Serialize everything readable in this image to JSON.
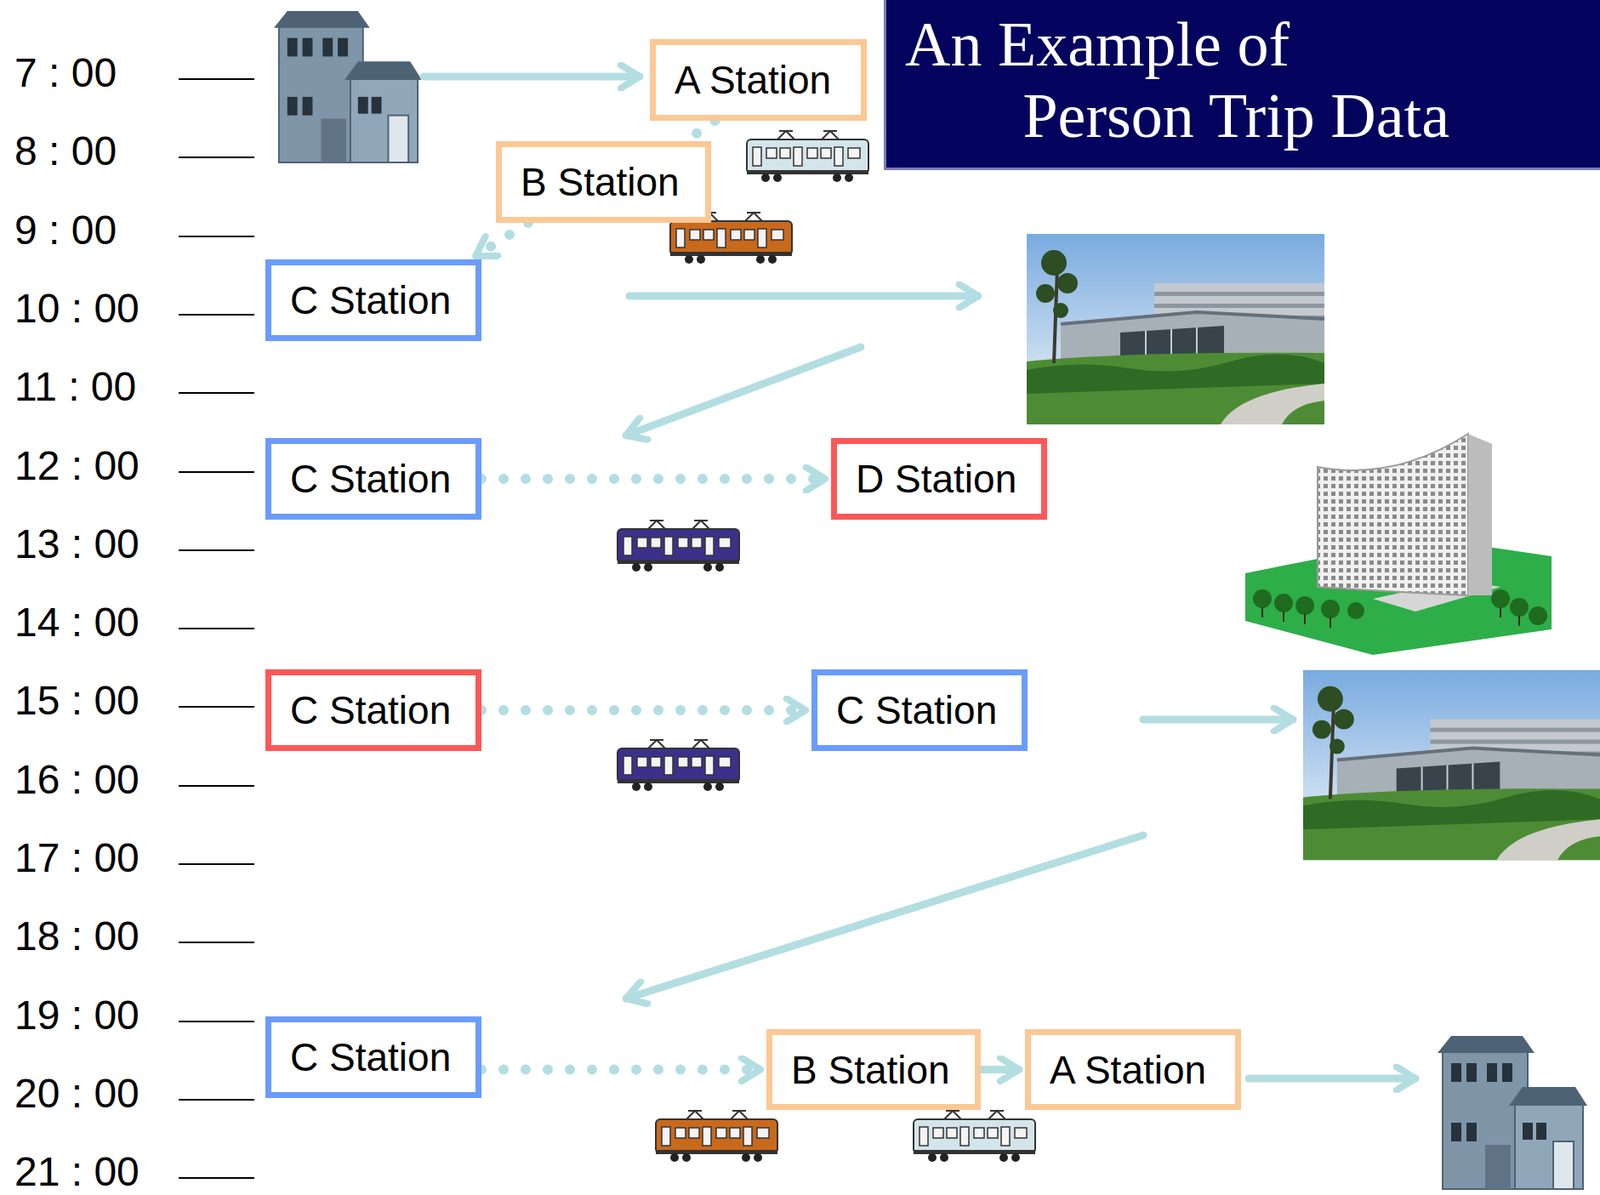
{
  "diagram": {
    "title": "An Example of Person Trip Data",
    "nodes": [
      {
        "text": [
          "A Station"
        ]
      },
      {
        "text": [
          "B Station"
        ]
      },
      {
        "text": [
          "C Station"
        ]
      },
      {
        "text": [
          "C Station"
        ]
      },
      {
        "text": [
          "D Station"
        ]
      },
      {
        "text": [
          "C Station"
        ]
      },
      {
        "text": [
          "C Station"
        ]
      },
      {
        "text": [
          "C Station"
        ]
      },
      {
        "text": [
          "B Station"
        ]
      },
      {
        "text": [
          "A Station"
        ]
      }
    ],
    "edges": [
      {
        "from": 0,
        "to": 1,
        "arrow": "none"
      },
      {
        "from": 1,
        "to": 2,
        "arrow": "to"
      },
      {
        "from": 3,
        "to": 4,
        "arrow": "to"
      },
      {
        "from": 5,
        "to": 6,
        "arrow": "to"
      },
      {
        "from": 7,
        "to": 8,
        "arrow": "to"
      },
      {
        "from": 8,
        "to": 9,
        "arrow": "to"
      }
    ],
    "labels": [
      "7 : 00",
      "8 : 00",
      "9 : 00",
      "10 : 00",
      "11 : 00",
      "12 : 00",
      "13 : 00",
      "14 : 00",
      "15 : 00",
      "16 : 00",
      "17 : 00",
      "18 : 00",
      "19 : 00",
      "20 : 00",
      "21 : 00"
    ]
  }
}
